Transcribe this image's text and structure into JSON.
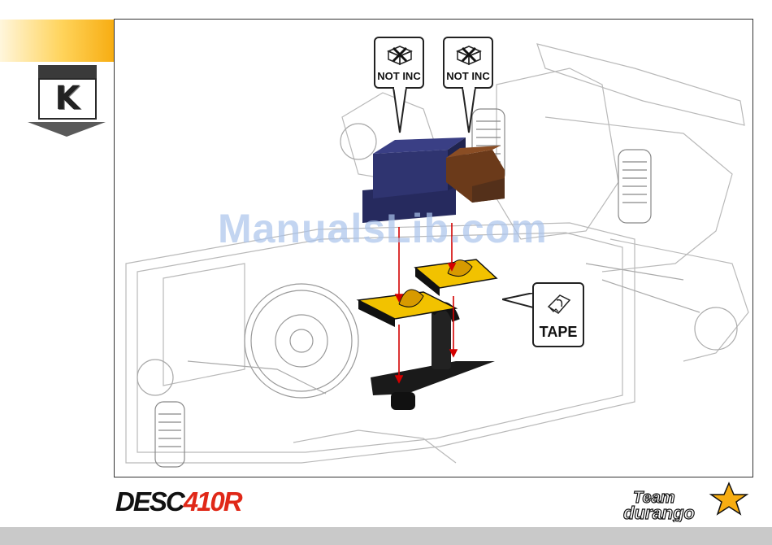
{
  "step": {
    "letter": "K"
  },
  "callouts": [
    {
      "label": "NOT INC",
      "icon": "not-included-icon"
    },
    {
      "label": "NOT INC",
      "icon": "not-included-icon"
    }
  ],
  "tape": {
    "label": "TAPE",
    "icon": "tape-icon"
  },
  "watermark": "ManualsLib.com",
  "brand": {
    "prefix": "DESC",
    "number": "410",
    "suffix": "R"
  },
  "logo": {
    "icon": "team-durango-logo"
  },
  "colors": {
    "accent": "#f7ad12",
    "receiver": "#2b2f66",
    "esc": "#6b3a1a",
    "tape": "#f2c200",
    "arrow": "#d40000"
  }
}
